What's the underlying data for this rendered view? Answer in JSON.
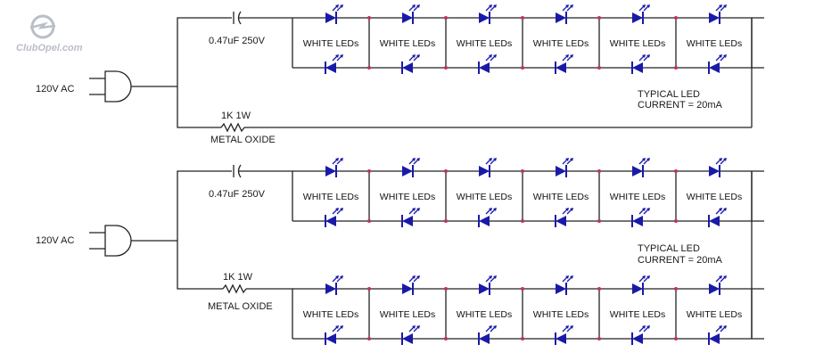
{
  "watermark": {
    "text": "ClubOpel.com",
    "icon": "opel-logo-icon"
  },
  "colors": {
    "wire": "#222222",
    "led": "#1a1aa8",
    "junction": "#c0306a",
    "watermark": "#b9bec8"
  },
  "circuits": [
    {
      "source_label": "120V AC",
      "capacitor_label": "0.47uF 250V",
      "resistor_label": "1K 1W",
      "resistor_type_label": "METAL OXIDE",
      "note": {
        "line1": "TYPICAL LED",
        "line2": "CURRENT = 20mA"
      },
      "led_rows": [
        {
          "labels": [
            "WHITE LEDs",
            "WHITE LEDs",
            "WHITE LEDs",
            "WHITE LEDs",
            "WHITE LEDs",
            "WHITE LEDs"
          ]
        }
      ]
    },
    {
      "source_label": "120V AC",
      "capacitor_label": "0.47uF 250V",
      "resistor_label": "1K 1W",
      "resistor_type_label": "METAL OXIDE",
      "note": {
        "line1": "TYPICAL LED",
        "line2": "CURRENT = 20mA"
      },
      "led_rows": [
        {
          "labels": [
            "WHITE LEDs",
            "WHITE LEDs",
            "WHITE LEDs",
            "WHITE LEDs",
            "WHITE LEDs",
            "WHITE LEDs"
          ]
        },
        {
          "labels": [
            "WHITE LEDs",
            "WHITE LEDs",
            "WHITE LEDs",
            "WHITE LEDs",
            "WHITE LEDs",
            "WHITE LEDs"
          ]
        }
      ]
    }
  ]
}
